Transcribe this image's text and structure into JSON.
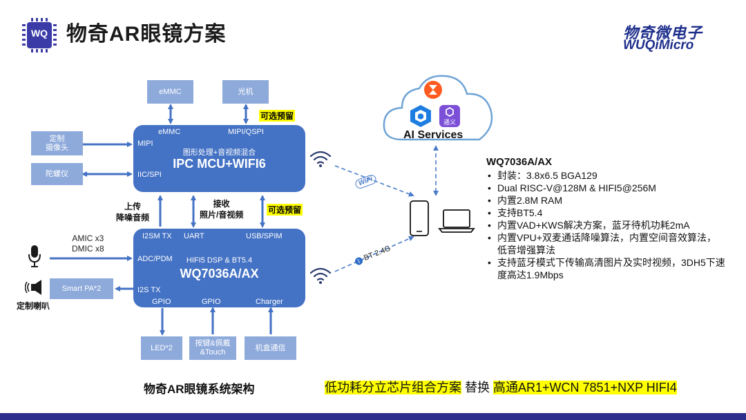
{
  "header": {
    "logo_badge": "WQ",
    "title": "物奇AR眼镜方案",
    "brand_cn": "物奇微电子",
    "brand_en": "WUQiMicro"
  },
  "peripherals": {
    "emmc": "eMMC",
    "optics": "光机",
    "camera": "定制\n摄像头",
    "gyro": "陀螺仪",
    "smart_pa": "Smart PA*2",
    "led": "LED*2",
    "buttons": "按键&佩戴\n&Touch",
    "case_comm": "机盒通信",
    "mics": "AMIC x3\nDMIC x8",
    "speaker_label": "定制喇叭"
  },
  "ipc": {
    "iface_emmc": "eMMC",
    "iface_mipi_qspi": "MIPI/QSPI",
    "iface_mipi": "MIPI",
    "iface_iic": "IIC/SPI",
    "subtitle": "图形处理+音视频混合",
    "name": "IPC MCU+WIFI6"
  },
  "wq": {
    "i2sm": "I2SM TX",
    "uart": "UART",
    "usb": "USB/SPIM",
    "adc": "ADC/PDM",
    "i2s": "I2S TX",
    "gpio1": "GPIO",
    "gpio2": "GPIO",
    "charger": "Charger",
    "subtitle": "HIFI5 DSP & BT5.4",
    "name": "WQ7036A/AX"
  },
  "links": {
    "optional1": "可选预留",
    "optional2": "可选预留",
    "upload": "上传\n降噪音频",
    "receive": "接收\n照片/音视频",
    "wifi": "WiFi",
    "bt": "BT 2.4G"
  },
  "cloud": {
    "label": "AI Services",
    "tongyi": "通义"
  },
  "specs": {
    "title": "WQ7036A/AX",
    "items": [
      "封装：3.8x6.5 BGA129",
      "Dual RISC-V@128M & HIFI5@256M",
      "内置2.8M RAM",
      "支持BT5.4",
      "内置VAD+KWS解决方案，蓝牙待机功耗2mA",
      "内置VPU+双麦通话降噪算法，内置空间音效算法，低音增强算法",
      "支持蓝牙模式下传输高清图片及实时视频，3DH5下速度高达1.9Mbps"
    ]
  },
  "footer": {
    "caption": "物奇AR眼镜系统架构",
    "hl1": "低功耗分立芯片组合方案",
    "mid": " 替换 ",
    "hl2": "高通AR1+WCN 7851+NXP HIFI4"
  }
}
